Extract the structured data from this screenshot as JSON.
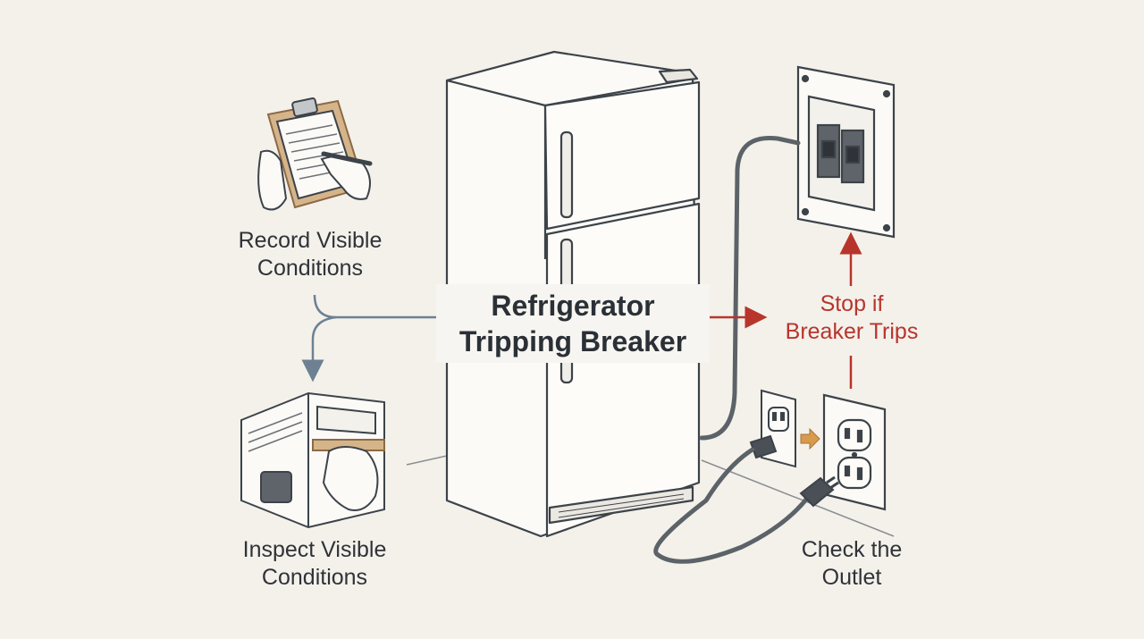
{
  "diagram": {
    "title": "Refrigerator\nTripping Breaker",
    "steps": {
      "record": "Record Visible\nConditions",
      "inspect": "Inspect Visible\nConditions",
      "outlet": "Check the\nOutlet",
      "stop": "Stop if\nBreaker Trips"
    },
    "colors": {
      "line": "#3c4349",
      "flow_arrow": "#6d8193",
      "warning": "#b8352c",
      "plug_arrow": "#d99a4e",
      "clipboard": "#b98a5a",
      "background": "#f4f1eb"
    },
    "icons": [
      "clipboard-icon",
      "refrigerator-icon",
      "breaker-panel-icon",
      "power-outlet-icon",
      "plug-icon",
      "inspection-hand-icon"
    ]
  }
}
